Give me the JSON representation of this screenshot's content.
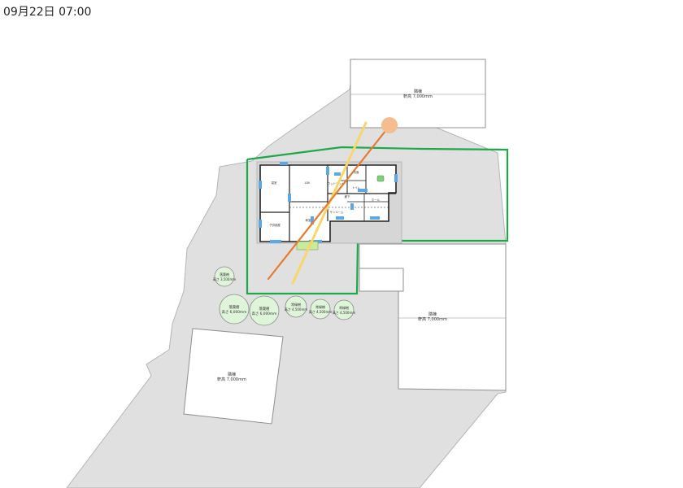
{
  "header": {
    "datetime": "09月22日 07:00"
  },
  "neighbors": {
    "top": {
      "name": "隣棟",
      "height": "軒高 7,000mm"
    },
    "right": {
      "name": "隣棟",
      "height": "軒高 7,000mm"
    },
    "bottomleft": {
      "name": "隣棟",
      "height": "軒高 7,000mm"
    }
  },
  "rooms": {
    "r1": "寝室",
    "r2": "LDK",
    "r3": "和室",
    "r4": "洗面",
    "r5": "トイレ",
    "r6": "廊下",
    "r7": "ホール",
    "r8": "サンルーム",
    "r9": "子供部屋",
    "r10": "ウッドデッキ"
  },
  "trees": [
    {
      "type": "落葉樹",
      "height": "高さ 3,500mm"
    },
    {
      "type": "落葉樹",
      "height": "高さ 6,000mm"
    },
    {
      "type": "落葉樹",
      "height": "高さ 6,000mm"
    },
    {
      "type": "常緑樹",
      "height": "高さ 4,500mm"
    },
    {
      "type": "常緑樹",
      "height": "高さ 4,500mm"
    },
    {
      "type": "常緑樹",
      "height": "高さ 4,500mm"
    }
  ],
  "colors": {
    "ground": "#e0e0e0",
    "ground_stroke": "#b5b5b5",
    "site_boundary": "#1ea84a",
    "sun_marker": "#f5bd8e",
    "sun_ray": "#e87a2e",
    "shadow_ray": "#f7d66b",
    "window": "#5aa9e6",
    "tree_fill": "#dff5d9",
    "tree_stroke": "#8a8a8a"
  },
  "sun_icon": "sun-position-marker"
}
